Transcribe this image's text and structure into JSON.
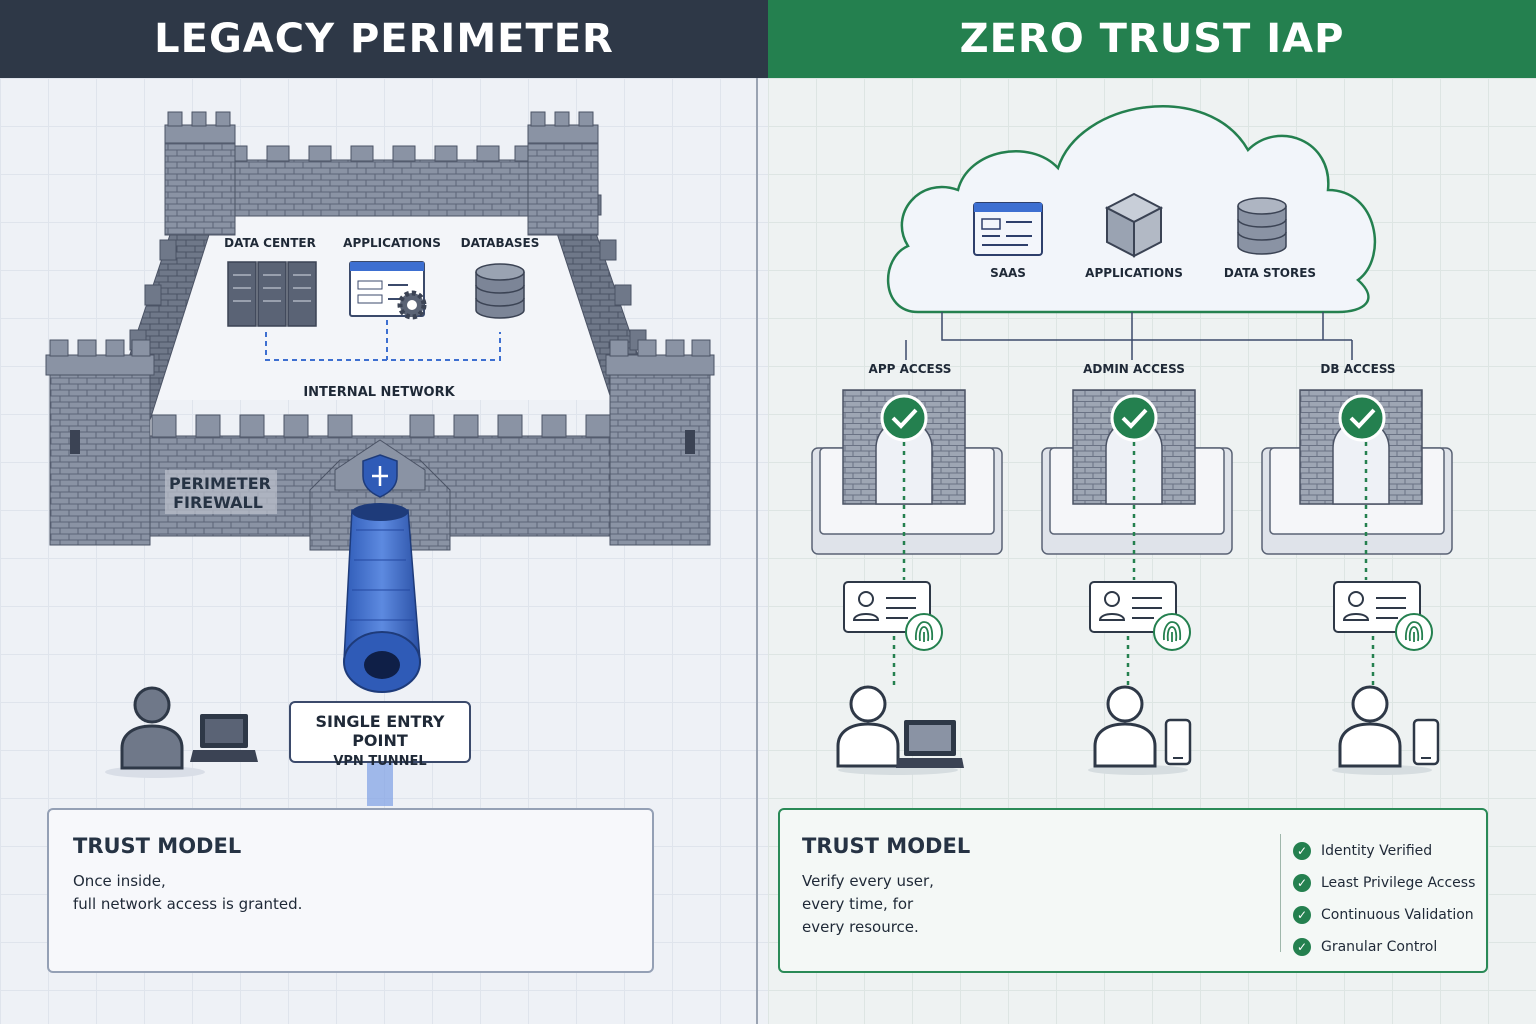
{
  "left": {
    "title": "LEGACY PERIMETER",
    "labels": {
      "data_center": "DATA CENTER",
      "applications": "APPLICATIONS",
      "databases": "DATABASES",
      "internal_network": "INTERNAL NETWORK",
      "firewall_line1": "PERIMETER",
      "firewall_line2": "FIREWALL"
    },
    "entry": {
      "line1": "SINGLE ENTRY POINT",
      "line2": "VPN TUNNEL"
    },
    "trust": {
      "title": "TRUST MODEL",
      "line1": "Once inside,",
      "line2": "full network access is granted."
    }
  },
  "right": {
    "title": "ZERO TRUST IAP",
    "cloud": {
      "saas": "SAAS",
      "applications": "APPLICATIONS",
      "data_stores": "DATA STORES"
    },
    "gates": [
      "APP ACCESS",
      "ADMIN ACCESS",
      "DB ACCESS"
    ],
    "trust": {
      "title": "TRUST MODEL",
      "line1": "Verify every user,",
      "line2": "every time, for",
      "line3": "every resource."
    },
    "checks": [
      "Identity Verified",
      "Least Privilege Access",
      "Continuous Validation",
      "Granular Control"
    ]
  },
  "colors": {
    "legacy_header": "#2e3847",
    "zero_trust_header": "#24804f",
    "tunnel_blue": "#3d6fd1",
    "stone_gray": "#7c8597",
    "verify_green": "#24804f"
  },
  "icons": [
    "server-icon",
    "app-window-icon",
    "gear-icon",
    "database-icon",
    "shield-icon",
    "user-icon",
    "laptop-icon",
    "network-hub-icon",
    "cloud-icon",
    "cube-icon",
    "checkmark-icon",
    "id-card-icon",
    "fingerprint-icon",
    "phone-icon"
  ]
}
